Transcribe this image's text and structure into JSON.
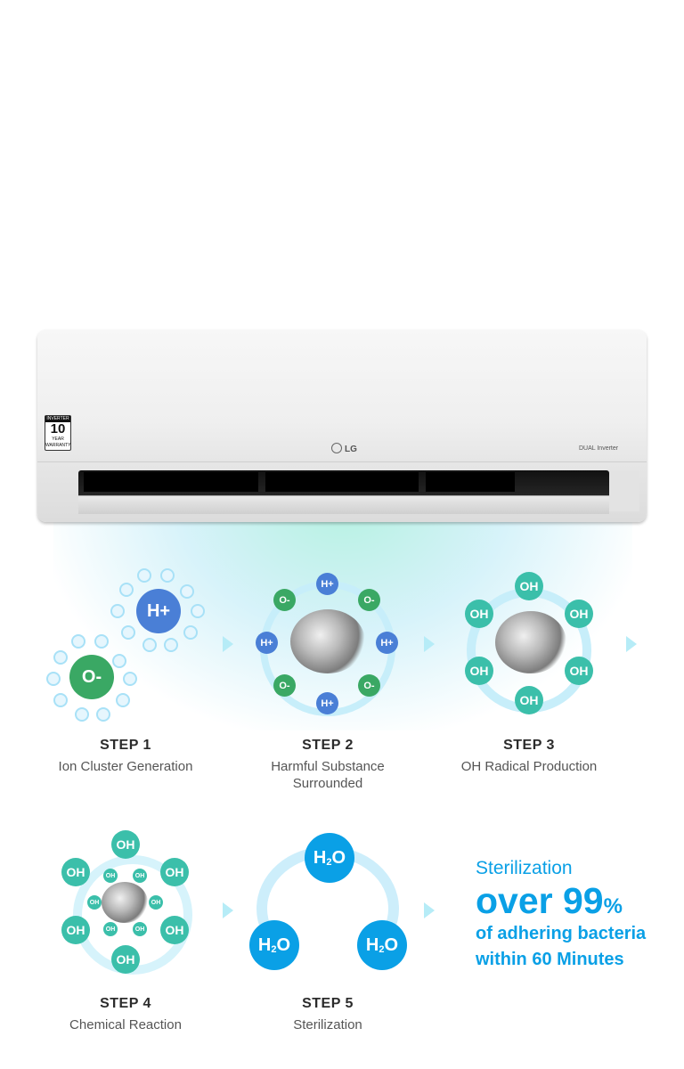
{
  "product": {
    "brand": "LG",
    "model_badge": "DUAL Inverter",
    "warranty_badge": {
      "top": "INVERTER",
      "number": "10",
      "unit": "YEAR",
      "bottom": "WARRANTY"
    }
  },
  "steps": [
    {
      "title": "STEP 1",
      "description": "Ion Cluster Generation",
      "labels": [
        "H+",
        "O-"
      ]
    },
    {
      "title": "STEP 2",
      "description_lines": [
        "Harmful Substance",
        "Surrounded"
      ],
      "labels": [
        "H+",
        "O-"
      ]
    },
    {
      "title": "STEP 3",
      "description": "OH Radical Production",
      "labels": [
        "OH"
      ]
    },
    {
      "title": "STEP 4",
      "description": "Chemical Reaction",
      "labels": [
        "OH"
      ]
    },
    {
      "title": "STEP 5",
      "description": "Sterilization",
      "labels": [
        "H",
        "2",
        "O"
      ]
    }
  ],
  "claim": {
    "line1": "Sterilization",
    "big_value": "over 99",
    "big_unit": "%",
    "line3": "of adhering bacteria",
    "line4": "within 60 Minutes"
  },
  "colors": {
    "oh": "#3bbfaa",
    "h_plus": "#4a7fd6",
    "o_minus": "#3aa864",
    "water": "#0aa0e6",
    "accent_text": "#0aa0e6"
  }
}
